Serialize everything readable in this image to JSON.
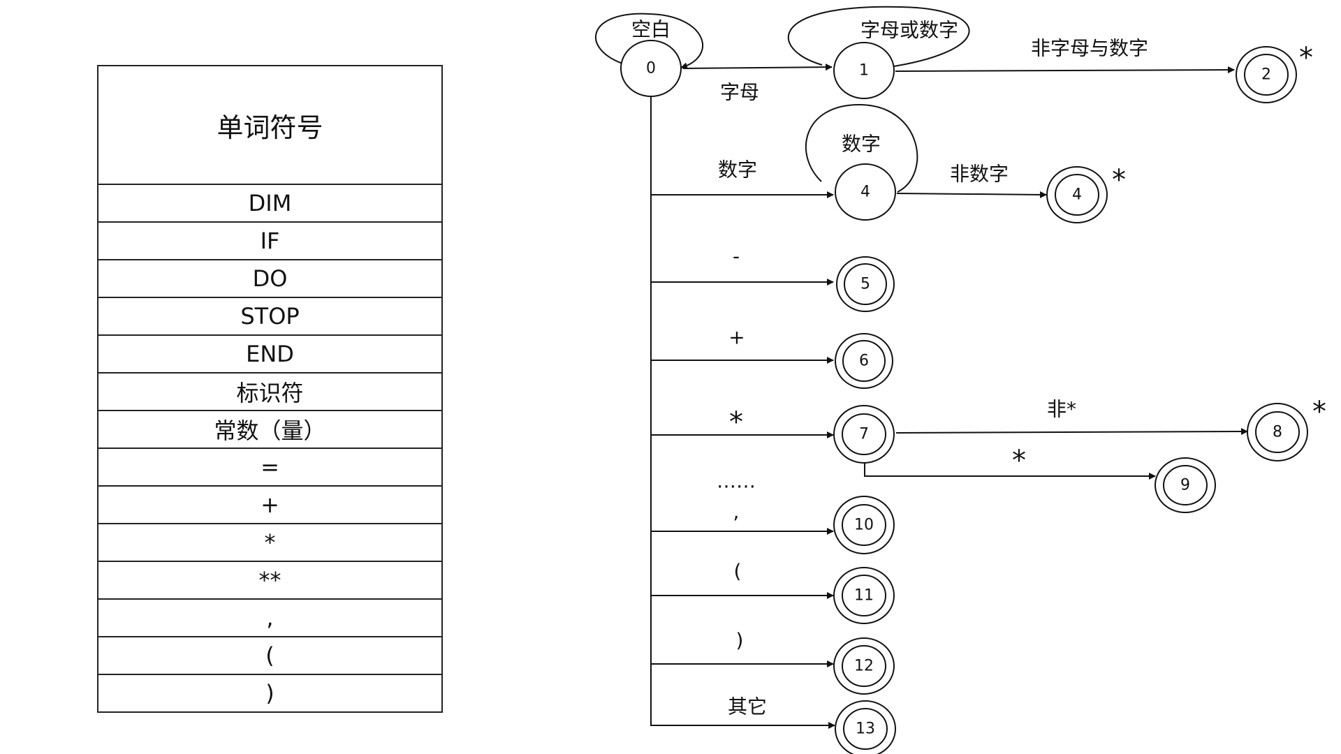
{
  "table": {
    "header": "单词符号",
    "rows": [
      "DIM",
      "IF",
      "DO",
      "STOP",
      "END",
      "标识符",
      "常数（量）",
      "=",
      "+",
      "*",
      "**",
      ",",
      "(",
      ")"
    ]
  },
  "dfa": {
    "states": [
      "0",
      "1",
      "2",
      "4",
      "4",
      "5",
      "6",
      "7",
      "8",
      "9",
      "10",
      "11",
      "12",
      "13"
    ],
    "star_mark": "*",
    "labels": {
      "self_0": "空白",
      "self_1": "字母或数字",
      "self_4": "数字",
      "e_letter": "字母",
      "e_nonalnum": "非字母与数字",
      "e_digit": "数字",
      "e_nondigit": "非数字",
      "e_minus": "-",
      "e_plus": "+",
      "e_star": "*",
      "e_nonstar": "非*",
      "e_starstar": "*",
      "ellipsis": "……",
      "e_comma": ",",
      "e_lparen": "(",
      "e_rparen": ")",
      "e_other": "其它"
    }
  }
}
